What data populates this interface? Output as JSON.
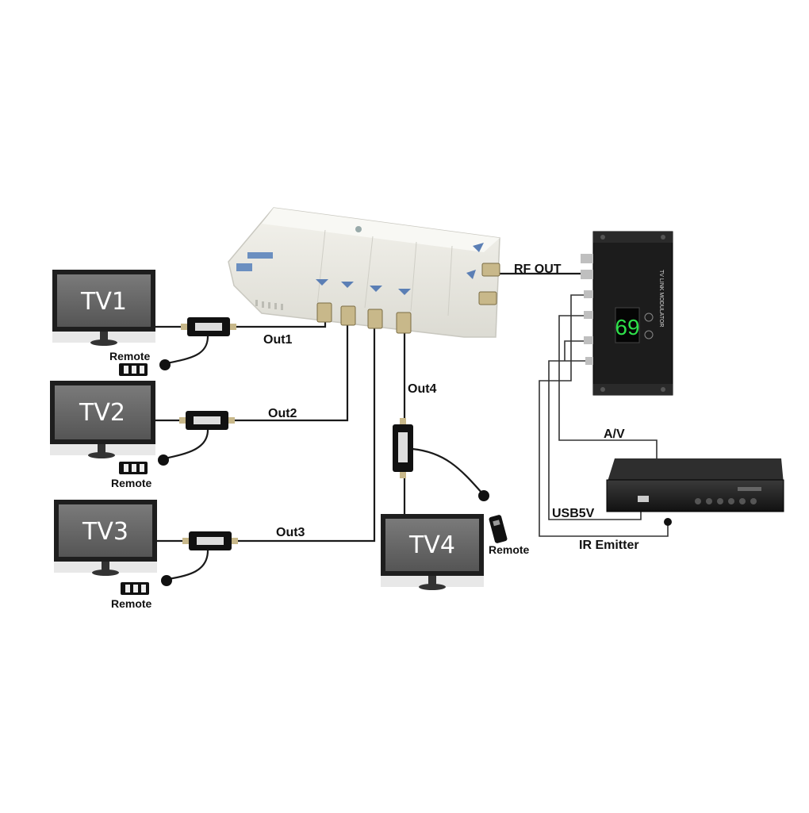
{
  "tvs": [
    {
      "label": "TV1",
      "remote": "Remote",
      "output": "Out1"
    },
    {
      "label": "TV2",
      "remote": "Remote",
      "output": "Out2"
    },
    {
      "label": "TV3",
      "remote": "Remote",
      "output": "Out3"
    },
    {
      "label": "TV4",
      "remote": "Remote",
      "output": "Out4"
    }
  ],
  "modulator": {
    "rf_out": "RF OUT",
    "display": "69",
    "title_text": "TV LINK MODULATOR"
  },
  "connections": {
    "av": "A/V",
    "usb": "USB5V",
    "ir": "IR Emitter"
  },
  "colors": {
    "tv_screen": "#5f5f5f",
    "splitter_body": "#ecebe4",
    "modulator_body": "#1c1c1c",
    "display_digits": "#2ee04a"
  }
}
